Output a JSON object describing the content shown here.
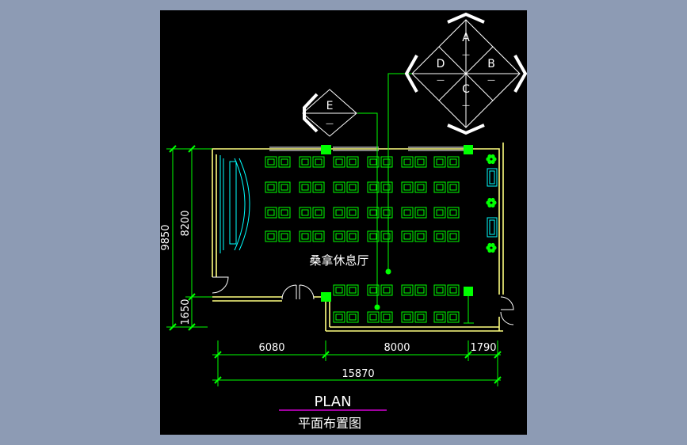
{
  "plan": {
    "title": "PLAN",
    "subtitle": "平面布置图",
    "room_label": "桑拿休息厅"
  },
  "dimensions": {
    "left_outer": "9850",
    "left_inner_top": "8200",
    "left_inner_bottom": "1650",
    "bottom_seg1": "6080",
    "bottom_seg2": "8000",
    "bottom_seg3": "1790",
    "bottom_total": "15870"
  },
  "index_markers": {
    "main": {
      "a": "A",
      "b": "B",
      "c": "C",
      "d": "D",
      "dash": "—"
    },
    "secondary": {
      "e": "E",
      "dash": "—"
    }
  },
  "colors": {
    "canvas": "#000000",
    "wall": "#ffff80",
    "dim_line": "#00ff00",
    "text": "#ffffff",
    "furniture": "#00ff00",
    "column": "#00ff00",
    "title_underline": "#ff00ff",
    "stage": "#00ffff",
    "background": "#8d9bb4"
  }
}
